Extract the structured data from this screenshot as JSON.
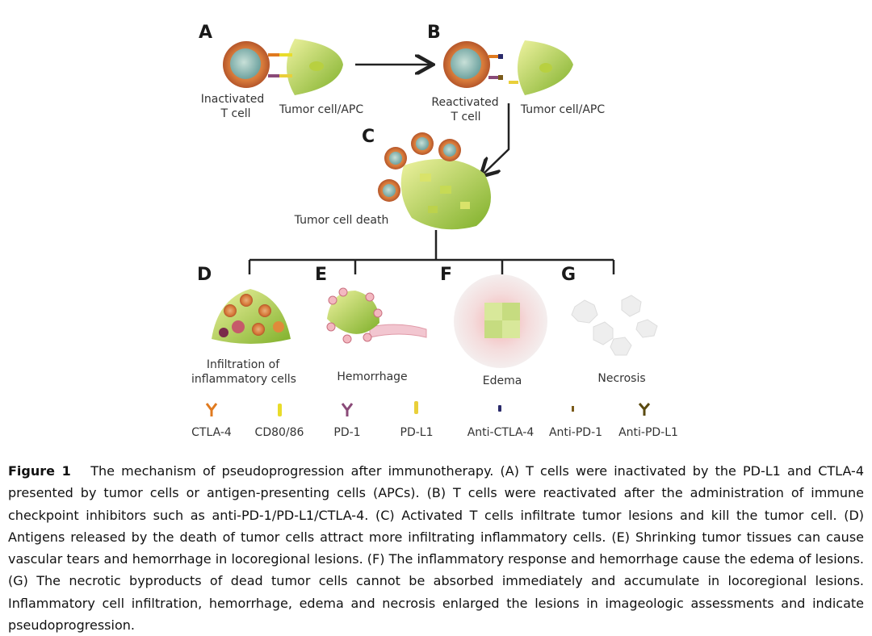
{
  "panels": {
    "a": "A",
    "b": "B",
    "c": "C",
    "d": "D",
    "e": "E",
    "f": "F",
    "g": "G"
  },
  "labels": {
    "inactivated_1": "Inactivated",
    "inactivated_2": "T cell",
    "tumor_apc_a": "Tumor cell/APC",
    "reactivated_1": "Reactivated",
    "reactivated_2": "T cell",
    "tumor_apc_b": "Tumor cell/APC",
    "tumor_death": "Tumor cell death",
    "infiltration_1": "Infiltration of",
    "infiltration_2": "inflammatory cells",
    "hemorrhage": "Hemorrhage",
    "edema": "Edema",
    "necrosis": "Necrosis"
  },
  "legend": [
    {
      "label": "CTLA-4",
      "color": "#e07a1f",
      "shape": "y-receptor"
    },
    {
      "label": "CD80/86",
      "color": "#e9dc2a",
      "shape": "bar"
    },
    {
      "label": "PD-1",
      "color": "#8a4a78",
      "shape": "y-receptor"
    },
    {
      "label": "PD-L1",
      "color": "#e9cf3a",
      "shape": "bar"
    },
    {
      "label": "Anti-CTLA-4",
      "color": "#2a2a6a",
      "shape": "small-bar"
    },
    {
      "label": "Anti-PD-1",
      "color": "#7a5a1a",
      "shape": "small-bar"
    },
    {
      "label": "Anti-PD-L1",
      "color": "#5a4a10",
      "shape": "y-antibody"
    }
  ],
  "caption": {
    "title": "Figure 1",
    "text": "The mechanism of pseudoprogression after immunotherapy. (A) T cells were inactivated by the PD-L1 and CTLA-4 presented by tumor cells or antigen-presenting cells (APCs). (B) T cells were reactivated after the administration of immune checkpoint inhibitors such as anti-PD-1/PD-L1/CTLA-4. (C) Activated T cells infiltrate tumor lesions and kill the tumor cell. (D) Antigens released by the death of tumor cells attract more infiltrating inflammatory cells. (E) Shrinking tumor tissues can cause vascular tears and hemorrhage in locoregional lesions. (F) The inflammatory response and hemorrhage cause the edema of lesions. (G) The necrotic byproducts of dead tumor cells cannot be absorbed immediately and accumulate in locoregional lesions. Inflammatory cell infiltration, hemorrhage, edema and necrosis enlarged the lesions in imageologic assessments and indicate pseudoprogression."
  }
}
